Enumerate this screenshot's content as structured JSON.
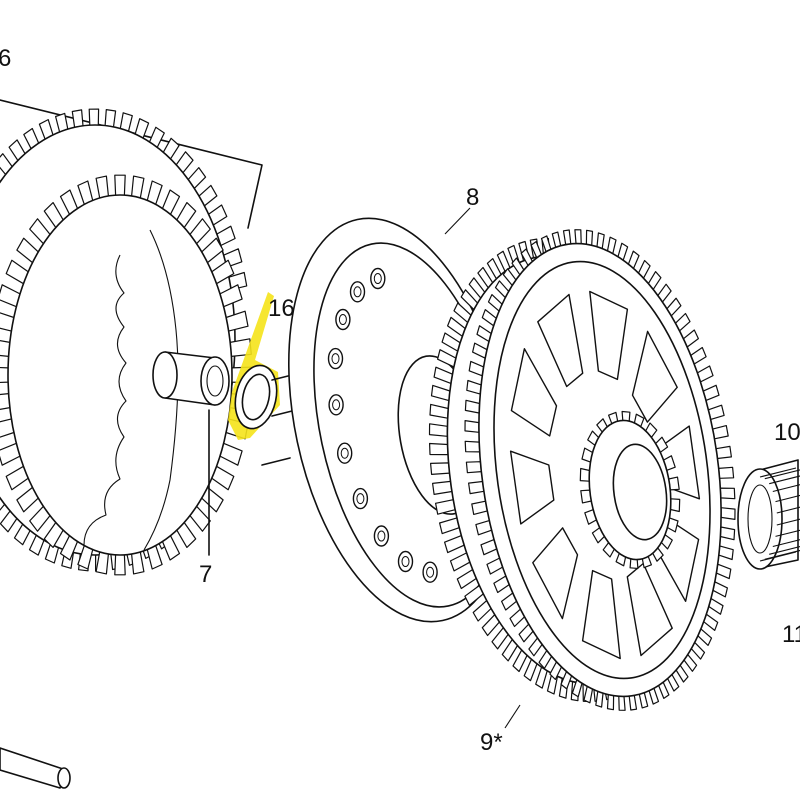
{
  "labels": {
    "p6": "6",
    "p7": "7",
    "p8": "8",
    "p9": "9*",
    "p10": "10",
    "p11": "11",
    "p16": "16"
  },
  "highlight": {
    "part": "16",
    "color": "#f5e31a"
  },
  "colors": {
    "line": "#111111",
    "background": "#ffffff"
  }
}
